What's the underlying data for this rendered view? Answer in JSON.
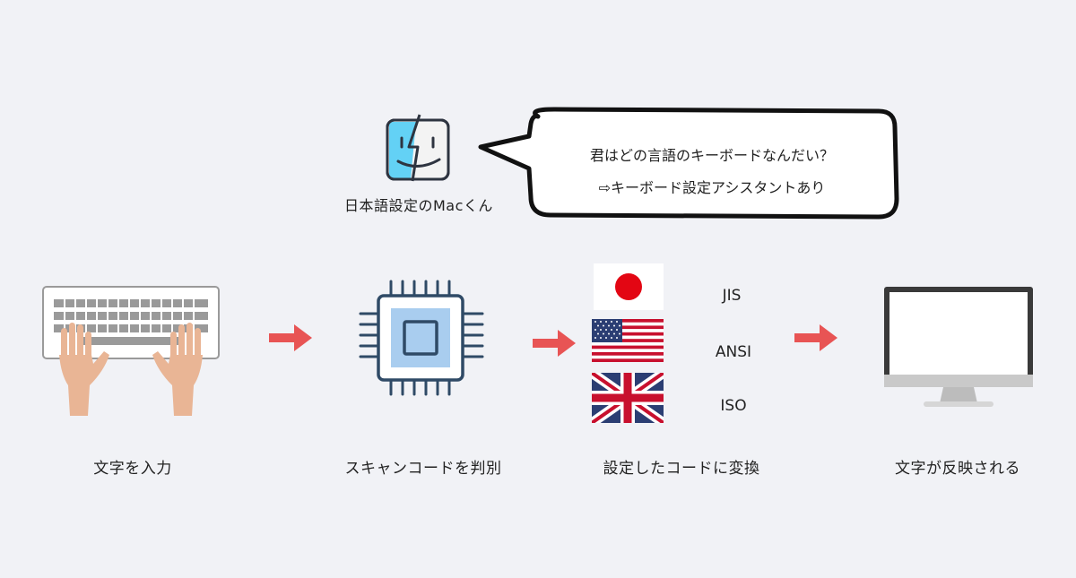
{
  "mascot": {
    "name": "日本語設定のMacくん",
    "icon": "finder-face-icon"
  },
  "speech_bubble": {
    "line1": "君はどの言語のキーボードなんだい？",
    "line2": "⇨キーボード設定アシスタントあり"
  },
  "steps": [
    {
      "icon": "keyboard-hands-icon",
      "label": "文字を入力"
    },
    {
      "icon": "chip-icon",
      "label": "スキャンコードを判別"
    },
    {
      "icon": "flags-icon",
      "label": "設定したコードに変換"
    },
    {
      "icon": "monitor-icon",
      "label": "文字が反映される"
    }
  ],
  "layouts": [
    {
      "flag": "japan-flag-icon",
      "code": "JIS"
    },
    {
      "flag": "usa-flag-icon",
      "code": "ANSI"
    },
    {
      "flag": "uk-flag-icon",
      "code": "ISO"
    }
  ],
  "colors": {
    "background": "#f1f2f6",
    "arrow": "#e85454",
    "chip_stroke": "#2f4a66",
    "chip_fill": "#a9cdef",
    "finder_blue": "#63d1f5",
    "skin": "#e9b595"
  }
}
